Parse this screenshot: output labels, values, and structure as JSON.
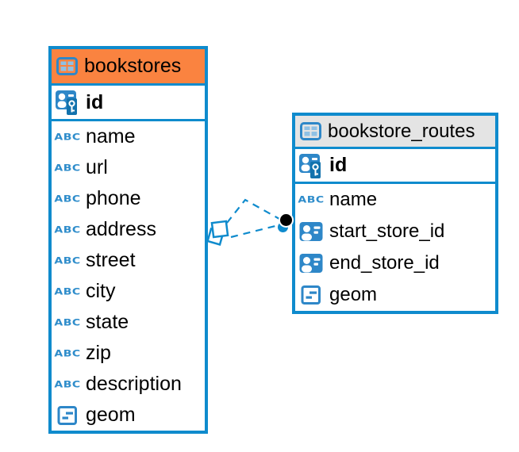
{
  "diagram": {
    "icons": {
      "text_type_label": "ABC"
    },
    "colors": {
      "accent_blue": "#0f8bcd",
      "icon_blue": "#2e87c8",
      "selected_header_orange": "#fa8340",
      "header_gray": "#e4e4e4",
      "text": "#000000",
      "canvas": "#ffffff"
    },
    "tables": [
      {
        "name": "bookstores",
        "selected": true,
        "pk": {
          "name": "id"
        },
        "columns": [
          {
            "name": "name",
            "type": "text"
          },
          {
            "name": "url",
            "type": "text"
          },
          {
            "name": "phone",
            "type": "text"
          },
          {
            "name": "address",
            "type": "text"
          },
          {
            "name": "street",
            "type": "text"
          },
          {
            "name": "city",
            "type": "text"
          },
          {
            "name": "state",
            "type": "text"
          },
          {
            "name": "zip",
            "type": "text"
          },
          {
            "name": "description",
            "type": "text"
          },
          {
            "name": "geom",
            "type": "geometry"
          }
        ]
      },
      {
        "name": "bookstore_routes",
        "selected": false,
        "pk": {
          "name": "id"
        },
        "columns": [
          {
            "name": "name",
            "type": "text"
          },
          {
            "name": "start_store_id",
            "type": "foreign-key"
          },
          {
            "name": "end_store_id",
            "type": "foreign-key"
          },
          {
            "name": "geom",
            "type": "geometry"
          }
        ]
      }
    ],
    "relationship": {
      "from_table": "bookstores",
      "to_table": "bookstore_routes",
      "style": "dashed"
    }
  }
}
